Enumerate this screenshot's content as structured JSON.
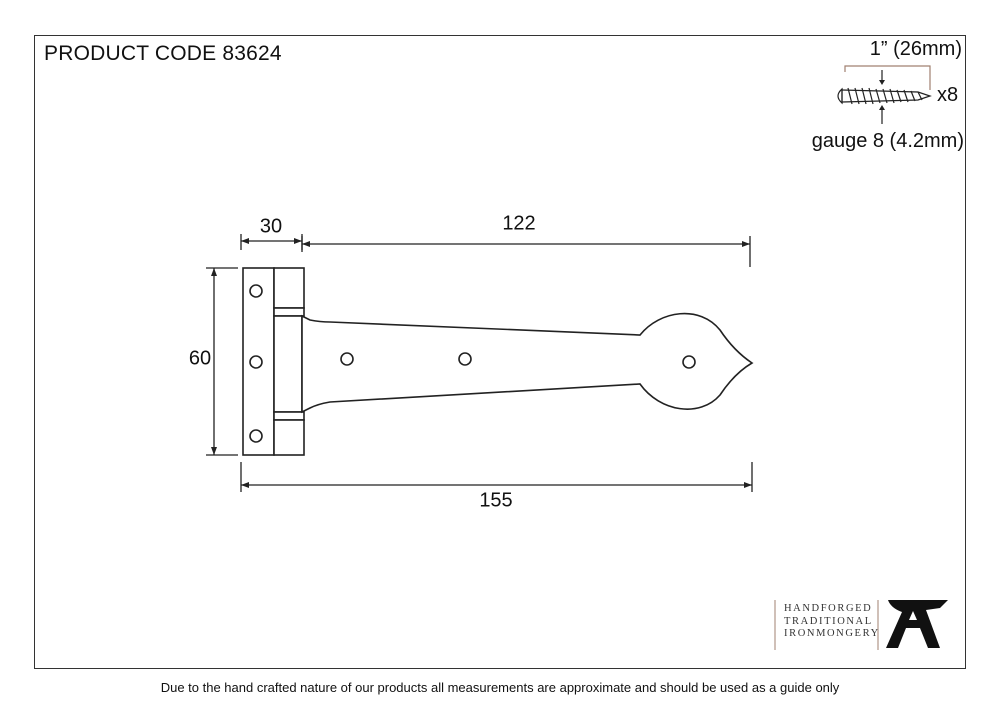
{
  "header": {
    "product_code": "PRODUCT CODE 83624"
  },
  "screw": {
    "length_label": "1” (26mm)",
    "quantity_label": "x8",
    "gauge_label": "gauge 8 (4.2mm)"
  },
  "dimensions": {
    "strap_length": "122",
    "plate_width": "30",
    "overall_length": "155",
    "height": "60"
  },
  "brand": {
    "line1": "HANDFORGED",
    "line2": "TRADITIONAL",
    "line3": "IRONMONGERY",
    "logo_mark": "anvil-logo"
  },
  "footer": {
    "disclaimer": "Due to the hand crafted nature of our products all measurements are approximate and should be used as a guide only"
  },
  "colors": {
    "line": "#222222",
    "frame": "#333333",
    "screw_accent": "#a08070"
  }
}
